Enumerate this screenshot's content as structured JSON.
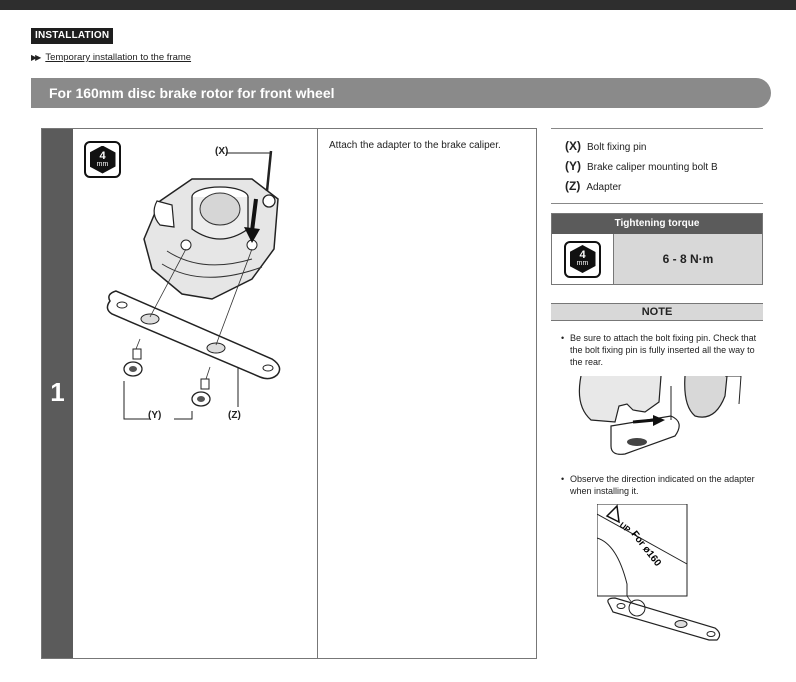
{
  "header": {
    "section_tag": "INSTALLATION",
    "breadcrumb_arrows": "▶▶",
    "breadcrumb_link": "Temporary installation to the frame"
  },
  "band": {
    "title": "For 160mm disc brake rotor for front wheel"
  },
  "step": {
    "number": "1",
    "tool": {
      "size": "4",
      "unit": "mm"
    },
    "instruction": "Attach the adapter to the brake caliper.",
    "callouts": {
      "x": "(X)",
      "y": "(Y)",
      "z": "(Z)"
    }
  },
  "legend": [
    {
      "key": "(X)",
      "label": "Bolt fixing pin"
    },
    {
      "key": "(Y)",
      "label": "Brake caliper mounting bolt B"
    },
    {
      "key": "(Z)",
      "label": "Adapter"
    }
  ],
  "torque": {
    "title": "Tightening torque",
    "tool": {
      "size": "4",
      "unit": "mm"
    },
    "value": "6 - 8 N·m"
  },
  "note": {
    "title": "NOTE",
    "bullet": "•",
    "items": [
      "Be sure to attach the bolt fixing pin. Check that the bolt fixing pin is fully inserted all the way to the rear.",
      "Observe the direction indicated on the adapter when installing it."
    ],
    "adapter_marking_up": "UP",
    "adapter_marking_for": "For ø160"
  }
}
